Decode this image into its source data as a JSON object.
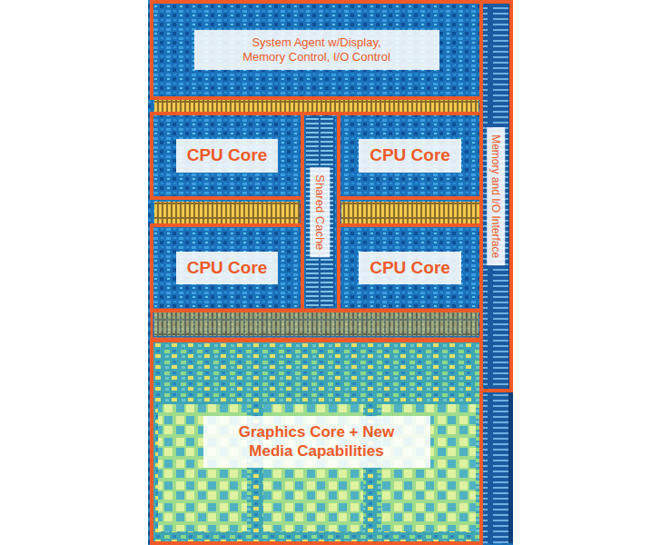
{
  "diagram": {
    "nodes": [
      {
        "text": [
          "System Agent w/Display, Memory Control, I/O Control"
        ]
      },
      {
        "text": [
          "CPU Core"
        ]
      },
      {
        "text": [
          "CPU Core"
        ]
      },
      {
        "text": [
          "Shared Cache"
        ]
      },
      {
        "text": [
          "CPU Core"
        ]
      },
      {
        "text": [
          "CPU Core"
        ]
      },
      {
        "text": [
          "Memory and I/O Interface"
        ]
      },
      {
        "text": [
          "Graphics Core + New Media Capabilities"
        ]
      }
    ]
  }
}
